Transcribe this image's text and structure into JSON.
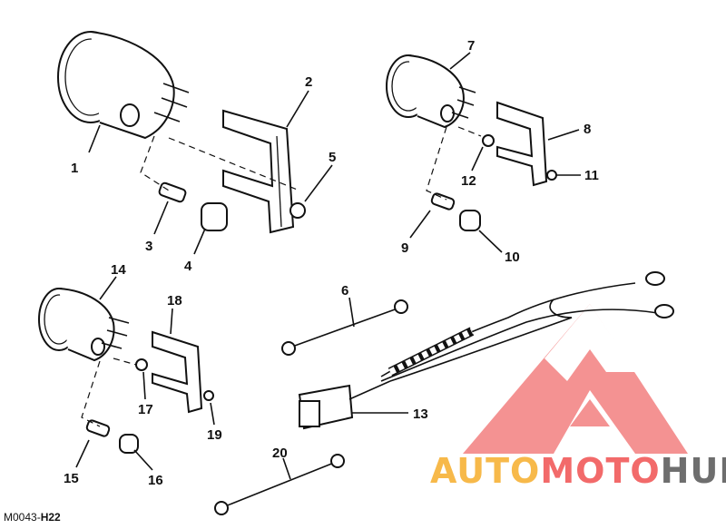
{
  "figure_code": {
    "prefix": "M0043-",
    "suffix": "H22"
  },
  "watermark": {
    "word_a": "AUTO",
    "word_b": "MOTO",
    "word_c": "HUB",
    "colors": {
      "auto": "#f7b94a",
      "moto": "#f26a6a",
      "hub": "#6e6e6e",
      "triangle": "#f37f7f"
    }
  },
  "callouts": {
    "c1": "1",
    "c2": "2",
    "c3": "3",
    "c4": "4",
    "c5": "5",
    "c6": "6",
    "c7": "7",
    "c8": "8",
    "c9": "9",
    "c10": "10",
    "c11": "11",
    "c12": "12",
    "c13": "13",
    "c14": "14",
    "c15": "15",
    "c16": "16",
    "c17": "17",
    "c18": "18",
    "c19": "19",
    "c20": "20"
  }
}
